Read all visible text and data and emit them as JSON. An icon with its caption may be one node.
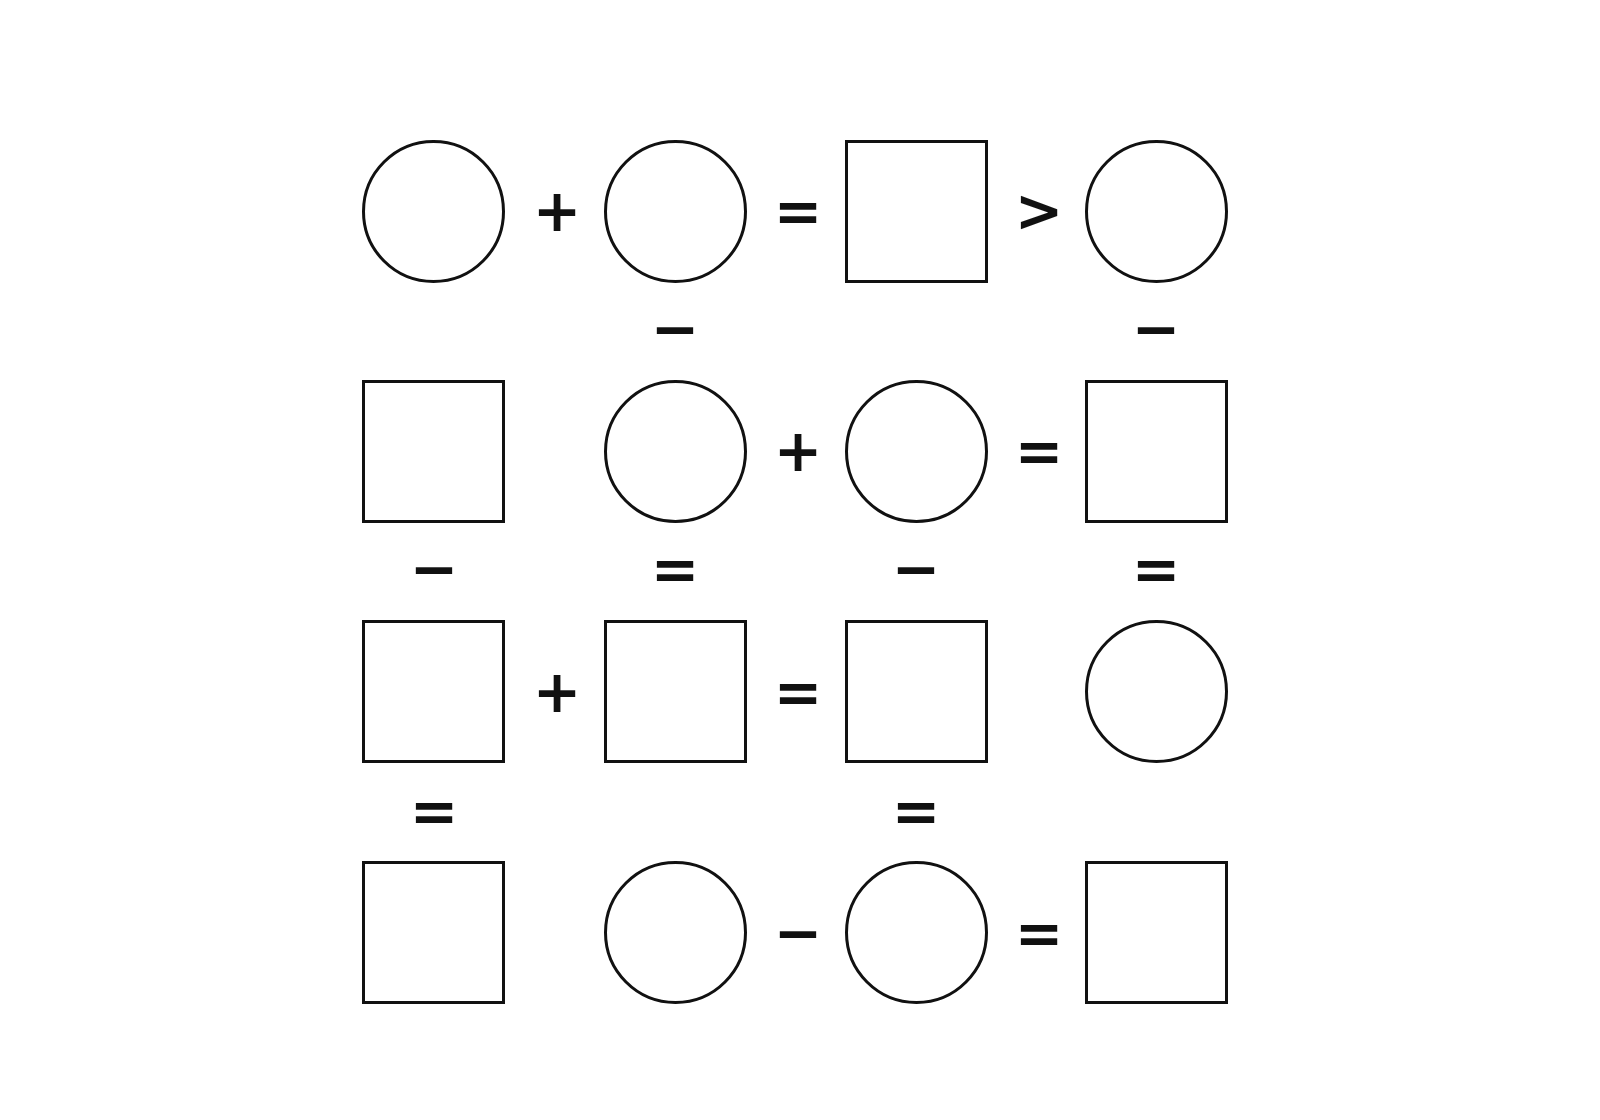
{
  "diagram": {
    "nodes": [
      {
        "text": [],
        "shape": "circle"
      },
      {
        "text": [],
        "shape": "circle"
      },
      {
        "text": [],
        "shape": "box"
      },
      {
        "text": [],
        "shape": "circle"
      },
      {
        "text": [],
        "shape": "box"
      },
      {
        "text": [],
        "shape": "circle"
      },
      {
        "text": [],
        "shape": "circle"
      },
      {
        "text": [],
        "shape": "box"
      },
      {
        "text": [],
        "shape": "box"
      },
      {
        "text": [],
        "shape": "box"
      },
      {
        "text": [],
        "shape": "box"
      },
      {
        "text": [],
        "shape": "circle"
      },
      {
        "text": [],
        "shape": "box"
      },
      {
        "text": [],
        "shape": "circle"
      },
      {
        "text": [],
        "shape": "circle"
      },
      {
        "text": [],
        "shape": "box"
      }
    ],
    "labels": [
      "+",
      "=",
      ">",
      "−",
      "−",
      "+",
      "=",
      "−",
      "=",
      "−",
      "=",
      "+",
      "=",
      "=",
      "=",
      "−",
      "="
    ]
  }
}
